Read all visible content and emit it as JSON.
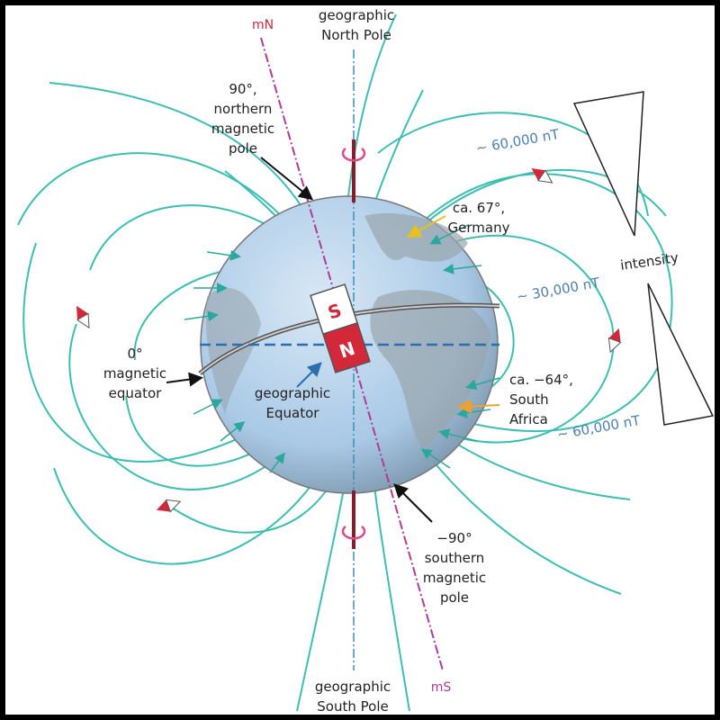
{
  "labels": {
    "mN": "mN",
    "mS": "mS",
    "north_pole": [
      "geographic",
      "North Pole"
    ],
    "south_pole": [
      "geographic",
      "South Pole"
    ],
    "northern_magnetic_pole": [
      "90°,",
      "northern",
      "magnetic",
      "pole"
    ],
    "southern_magnetic_pole": [
      "−90°",
      "southern",
      "magnetic",
      "pole"
    ],
    "germany": [
      "ca. 67°,",
      "Germany"
    ],
    "south_africa": [
      "ca. −64°,",
      "South",
      "Africa"
    ],
    "magnetic_equator": [
      "0°",
      "magnetic",
      "equator"
    ],
    "geographic_equator": [
      "geographic",
      "Equator"
    ],
    "intensity": "intensity",
    "intensity_top": "~ 60,000 nT",
    "intensity_mid": "~ 30,000 nT",
    "intensity_bottom": "~ 60,000 nT",
    "magnet_s": "S",
    "magnet_n": "N"
  },
  "colors": {
    "field_lines": "#3cbfb2",
    "magnet_red": "#d2283a",
    "magnetic_axis": "#b03a9a",
    "geographic_axis": "#3a8fc0",
    "globe": "#a9c9e6",
    "intensity_text": "#4a7fae"
  }
}
